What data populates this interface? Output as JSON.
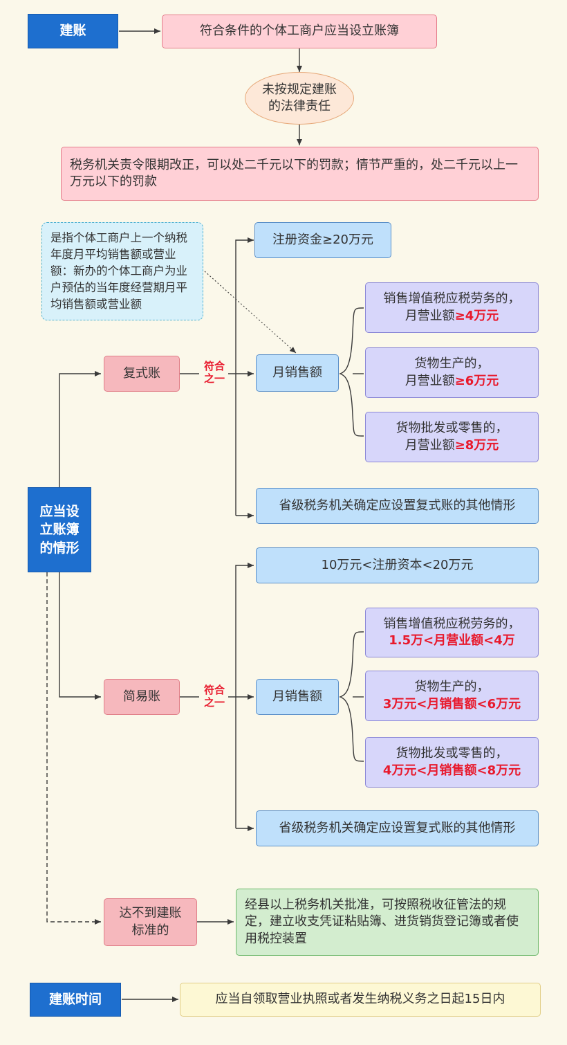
{
  "build": {
    "head": "建账",
    "requirement": "符合条件的个体工商户应当设立账簿",
    "liability_title": [
      "未按规定建账",
      "的法律责任"
    ],
    "penalty": "税务机关责令限期改正，可以处二千元以下的罚款；情节严重的，处二千元以上一万元以下的罚款"
  },
  "note": "是指个体工商户上一个纳税年度月平均销售额或营业额：新办的个体工商户为业户预估的当年度经营期月平均销售额或营业额",
  "situations": {
    "head": [
      "应当设",
      "立账簿",
      "的情形"
    ],
    "connector": [
      "符合",
      "之一"
    ],
    "double_entry": {
      "label": "复式账",
      "capital": "注册资金≥20万元",
      "monthly_sales": "月销售额",
      "rules": [
        {
          "line1": "销售增值税应税劳务的，",
          "prefix": "月营业额",
          "value": "≥4万元"
        },
        {
          "line1": "货物生产的，",
          "prefix": "月营业额",
          "value": "≥6万元"
        },
        {
          "line1": "货物批发或零售的，",
          "prefix": "月营业额",
          "value": "≥8万元"
        }
      ],
      "other": "省级税务机关确定应设置复式账的其他情形"
    },
    "simple": {
      "label": "简易账",
      "capital": "10万元<注册资本<20万元",
      "monthly_sales": "月销售额",
      "rules": [
        {
          "line1": "销售增值税应税劳务的，",
          "value": "1.5万<月营业额<4万"
        },
        {
          "line1": "货物生产的，",
          "value": "3万元<月销售额<6万元"
        },
        {
          "line1": "货物批发或零售的，",
          "value": "4万元<月销售额<8万元"
        }
      ],
      "other": "省级税务机关确定应设置复式账的其他情形"
    },
    "below_standard": {
      "label": [
        "达不到建账",
        "标准的"
      ],
      "result": "经县以上税务机关批准，可按照税收征管法的规定，建立收支凭证粘贴簿、进货销货登记簿或者使用税控装置"
    }
  },
  "timing": {
    "head": "建账时间",
    "text": "应当自领取营业执照或者发生纳税义务之日起15日内"
  },
  "colors": {
    "background": "#fbf8ea",
    "head_blue": "#1e6fcf",
    "highlight_red": "#e8192c"
  }
}
